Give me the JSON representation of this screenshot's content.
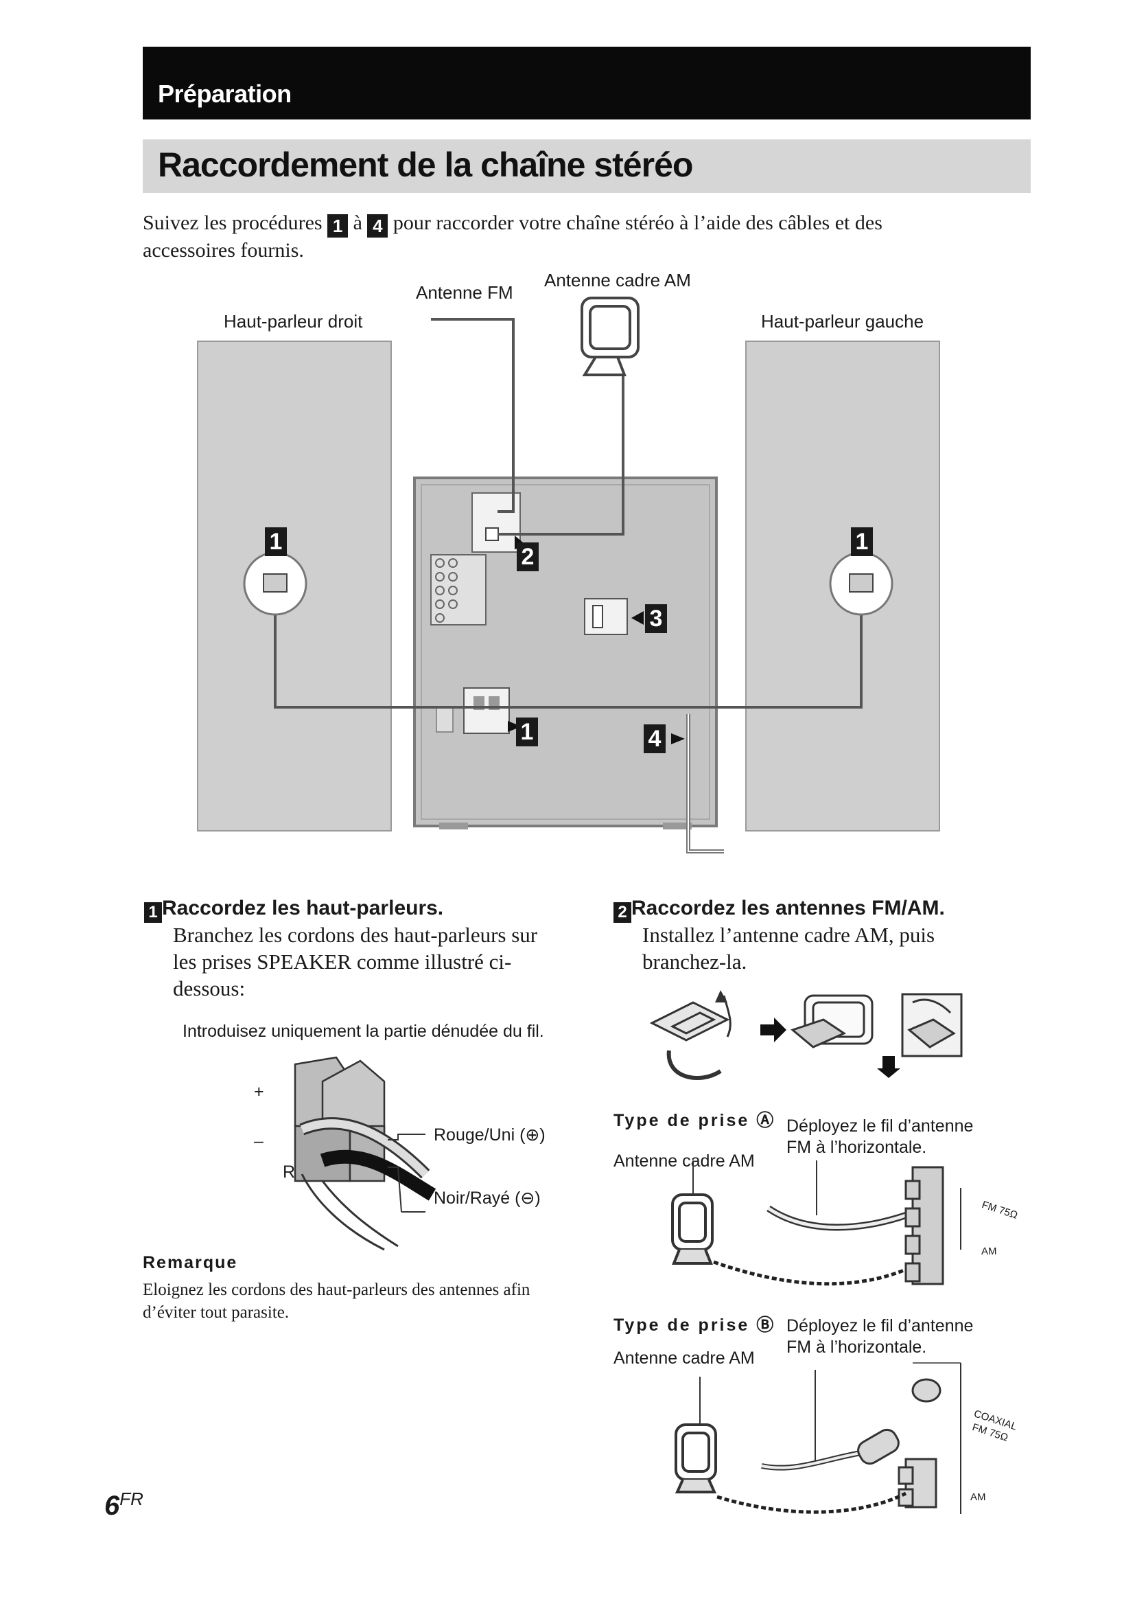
{
  "header": {
    "section": "Préparation",
    "title": "Raccordement de la chaîne stéréo"
  },
  "intro": {
    "before": "Suivez les procédures",
    "step_first": "1",
    "between": "à",
    "step_last": "4",
    "after": "pour raccorder votre chaîne stéréo à l’aide des câbles et des accessoires fournis."
  },
  "main_diagram": {
    "label_antenna_fm": "Antenne FM",
    "label_antenna_am": "Antenne cadre AM",
    "label_speaker_right": "Haut-parleur droit",
    "label_speaker_left": "Haut-parleur gauche",
    "callouts": [
      "1",
      "2",
      "3",
      "1",
      "4",
      "1"
    ]
  },
  "step1": {
    "number": "1",
    "heading": "Raccordez les haut-parleurs.",
    "body": "Branchez les cordons des haut-parleurs sur les prises SPEAKER comme illustré ci-dessous:",
    "insert_note": "Introduisez uniquement la partie dénudée du fil.",
    "label_red": "Rouge/Uni (⊕)",
    "label_black": "Noir/Rayé (⊖)",
    "mark_plus": "+",
    "mark_minus": "–",
    "mark_r": "R"
  },
  "remark": {
    "title": "Remarque",
    "body": "Eloignez les cordons des haut-parleurs des antennes afin d’éviter tout parasite."
  },
  "step2": {
    "number": "2",
    "heading": "Raccordez les antennes FM/AM.",
    "body": "Installez l’antenne cadre AM, puis branchez-la.",
    "type_a_label": "Type de prise Ⓐ",
    "type_a_antenna": "Antenne cadre AM",
    "type_a_note": "Déployez le fil d’antenne FM à l’horizontale.",
    "type_a_fm": "FM 75Ω",
    "type_a_am": "AM",
    "type_b_label": "Type de prise Ⓑ",
    "type_b_antenna": "Antenne cadre AM",
    "type_b_note": "Déployez le fil d’antenne FM à l’horizontale.",
    "type_b_coaxial": "COAXIAL",
    "type_b_fm": "FM 75Ω",
    "type_b_am": "AM"
  },
  "page": {
    "number": "6",
    "suffix": "FR"
  }
}
